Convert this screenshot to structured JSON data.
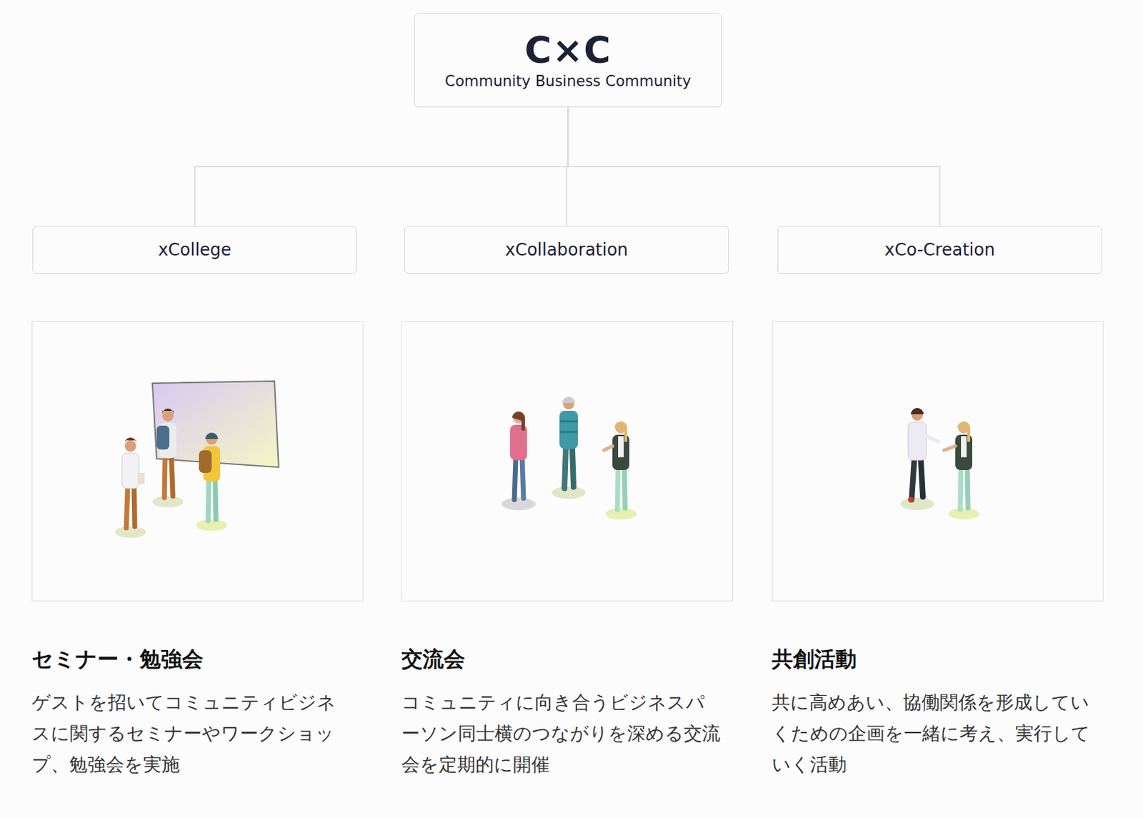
{
  "diagram": {
    "nodes": [
      {
        "text": [
          "C×C",
          "Community Business Community"
        ]
      },
      {
        "text": [
          "xCollege"
        ]
      },
      {
        "text": [
          "xCollaboration"
        ]
      },
      {
        "text": [
          "xCo-Creation"
        ]
      },
      {
        "text": [
          "セミナー・勉強会",
          "ゲストを招いてコミュニティビジネスに関するセミナーやワークショップ、勉強会を実施"
        ]
      },
      {
        "text": [
          "交流会",
          "コミュニティに向き合うビジネスパーソン同士横のつながりを深める交流会を定期的に開催"
        ]
      },
      {
        "text": [
          "共創活動",
          "共に高めあい、協働関係を形成していくための企画を一緒に考え、実行していく活動"
        ]
      }
    ],
    "edges": [
      {
        "from": 0,
        "to": 1,
        "arrow": "none"
      },
      {
        "from": 0,
        "to": 2,
        "arrow": "none"
      },
      {
        "from": 0,
        "to": 3,
        "arrow": "none"
      }
    ]
  }
}
